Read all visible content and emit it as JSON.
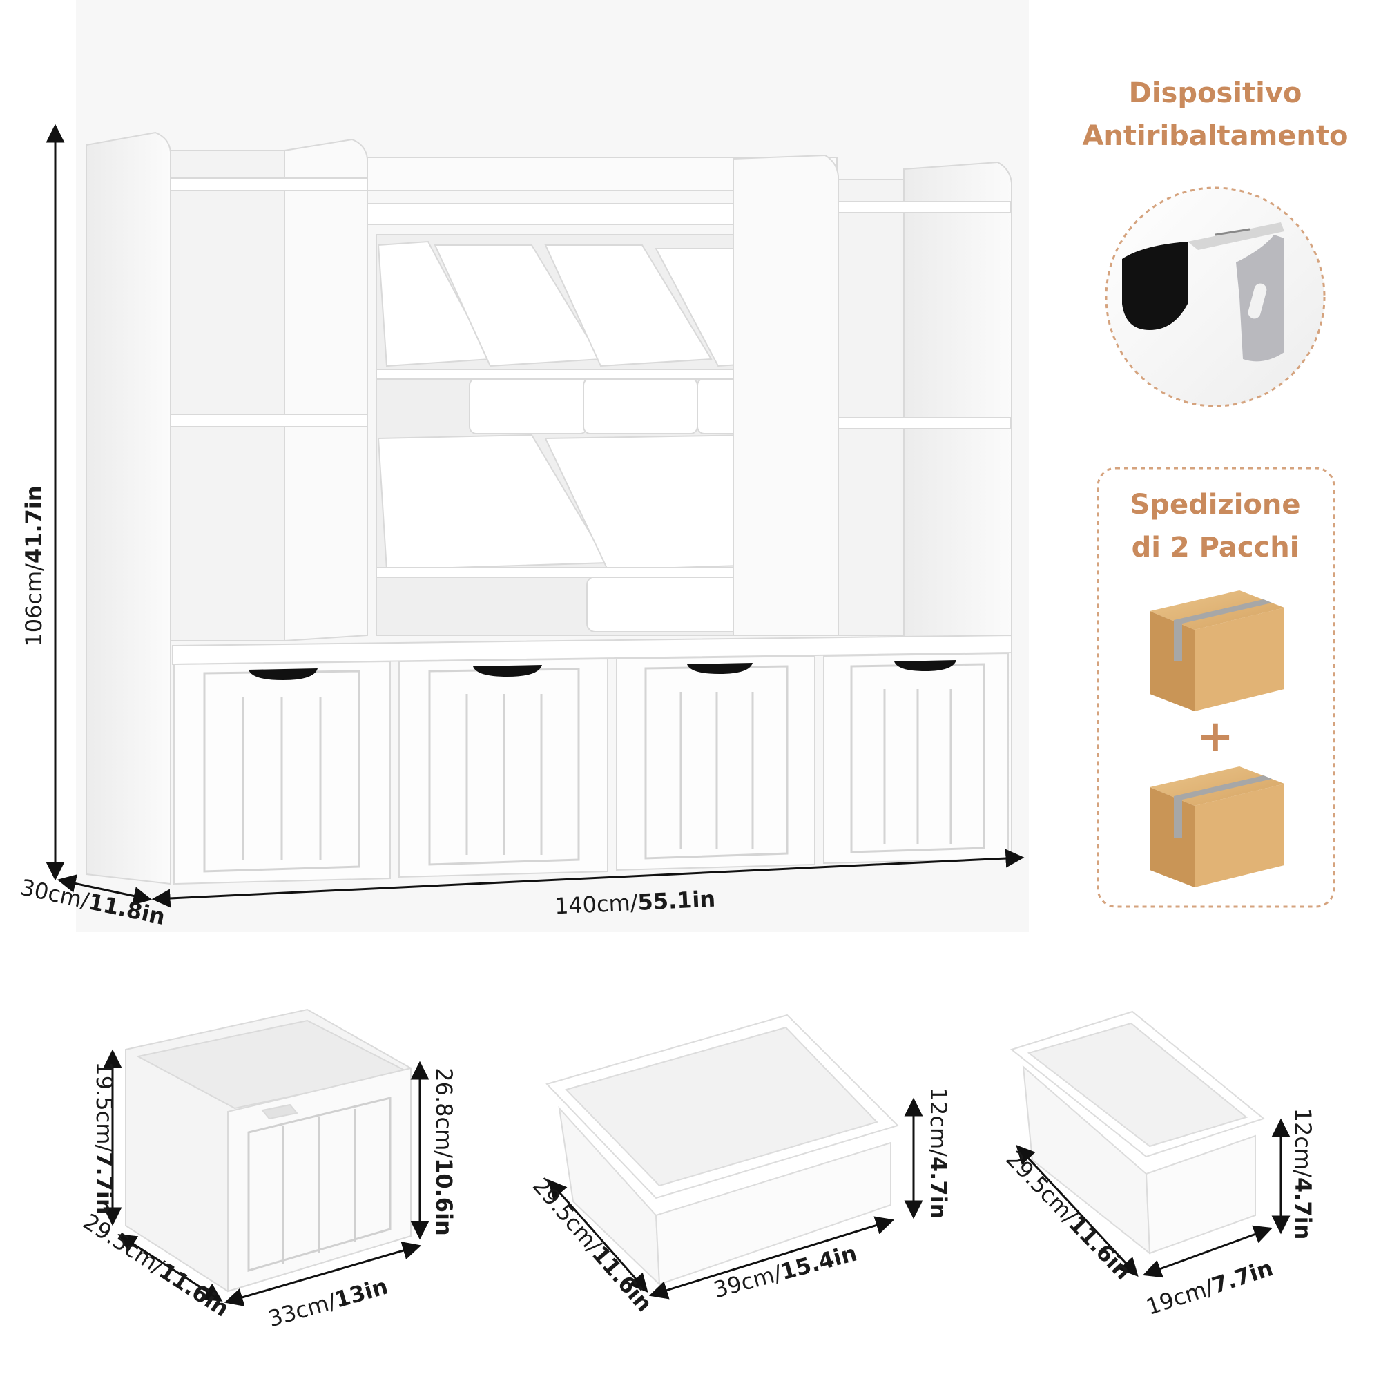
{
  "colors": {
    "accent": "#c98a5c",
    "furniture": "#ffffff",
    "background": "#f6f6f6",
    "cardboard": "#d8a867"
  },
  "shelf_dimensions": {
    "height": {
      "metric": "106cm/",
      "imperial": "41.7in"
    },
    "depth": {
      "metric": "30cm/",
      "imperial": "11.8in"
    },
    "width": {
      "metric": "140cm/",
      "imperial": "55.1in"
    }
  },
  "anti_tip": {
    "line1": "Dispositivo",
    "line2": "Antiribaltamento",
    "icon": "anti-tip-bracket-icon"
  },
  "shipping": {
    "line1": "Spedizione",
    "line2": "di 2 Pacchi",
    "plus": "+",
    "icon": "cardboard-box-icon"
  },
  "drawer_dimensions": {
    "height_back": {
      "metric": "19.5cm/",
      "imperial": "7.7in"
    },
    "height_front": {
      "metric": "26.8cm/",
      "imperial": "10.6in"
    },
    "depth": {
      "metric": "29.5cm/",
      "imperial": "11.6in"
    },
    "width": {
      "metric": "33cm/",
      "imperial": "13in"
    }
  },
  "large_bin_dimensions": {
    "height": {
      "metric": "12cm/",
      "imperial": "4.7in"
    },
    "depth": {
      "metric": "29.5cm/",
      "imperial": "11.6in"
    },
    "width": {
      "metric": "39cm/",
      "imperial": "15.4in"
    }
  },
  "small_bin_dimensions": {
    "height": {
      "metric": "12cm/",
      "imperial": "4.7in"
    },
    "depth": {
      "metric": "29.5cm/",
      "imperial": "11.6in"
    },
    "width": {
      "metric": "19cm/",
      "imperial": "7.7in"
    }
  }
}
